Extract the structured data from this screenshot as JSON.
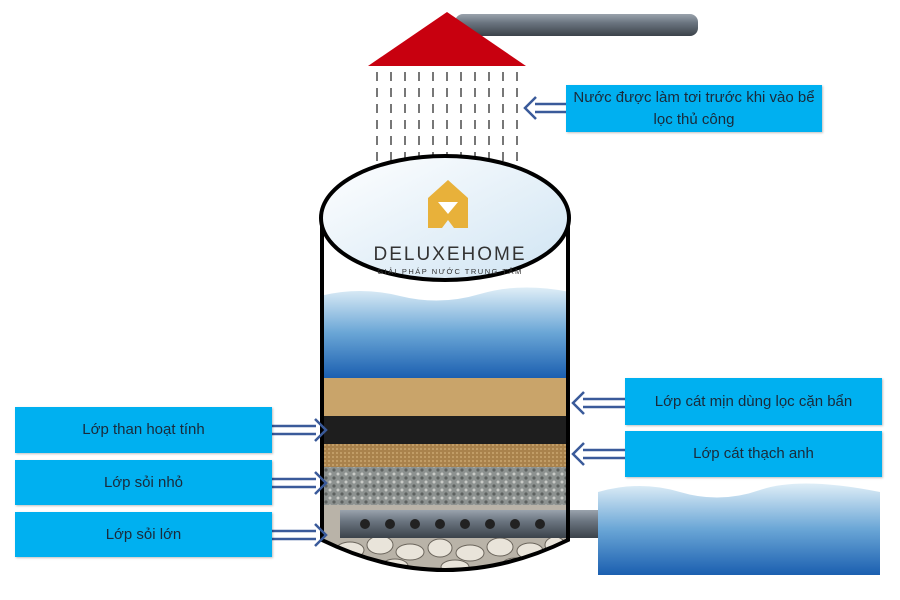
{
  "logo": {
    "name": "DELUXEHOME",
    "tagline": "GIẢI PHÁP NƯỚC TRUNG TÂM",
    "color": "#e8b13a"
  },
  "labels": {
    "top": "Nước được làm tơi trước khi vào bể lọc thủ công",
    "activated_carbon": "Lớp than hoạt tính",
    "small_gravel": "Lớp sỏi nhỏ",
    "large_gravel": "Lớp sỏi lớn",
    "fine_sand": "Lớp cát mịn dùng lọc cặn bẩn",
    "quartz_sand": "Lớp cát thạch anh"
  },
  "colors": {
    "label_bg": "#00b0f0",
    "roof": "#c8000f",
    "arrow": "#3a5a9a"
  }
}
